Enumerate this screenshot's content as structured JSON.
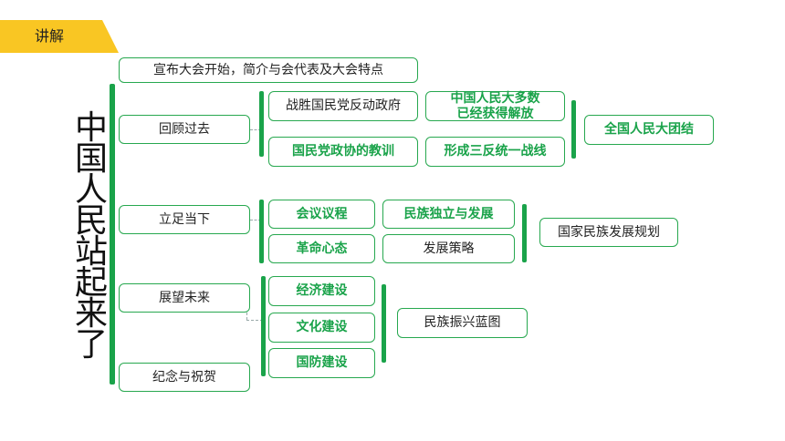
{
  "header": {
    "tag": "讲解"
  },
  "title": "中国人民站起来了",
  "top_note": "宣布大会开始，简介与会代表及大会特点",
  "sections": {
    "past": {
      "label": "回顾过去",
      "items": [
        "战胜国民党反动政府",
        "国民党政协的教训"
      ],
      "results": [
        "中国人民大多数\n已经获得解放",
        "形成三反统一战线"
      ],
      "conclusion": "全国人民大团结"
    },
    "present": {
      "label": "立足当下",
      "items": [
        "会议议程",
        "革命心态"
      ],
      "results": [
        "民族独立与发展",
        "发展策略"
      ],
      "conclusion": "国家民族发展规划"
    },
    "future": {
      "label": "展望未来",
      "items": [
        "经济建设",
        "文化建设",
        "国防建设"
      ],
      "conclusion": "民族振兴蓝图"
    },
    "commemorate": {
      "label": "纪念与祝贺"
    }
  },
  "colors": {
    "accent_green": "#1aa34a",
    "tag_yellow": "#f9c623"
  }
}
